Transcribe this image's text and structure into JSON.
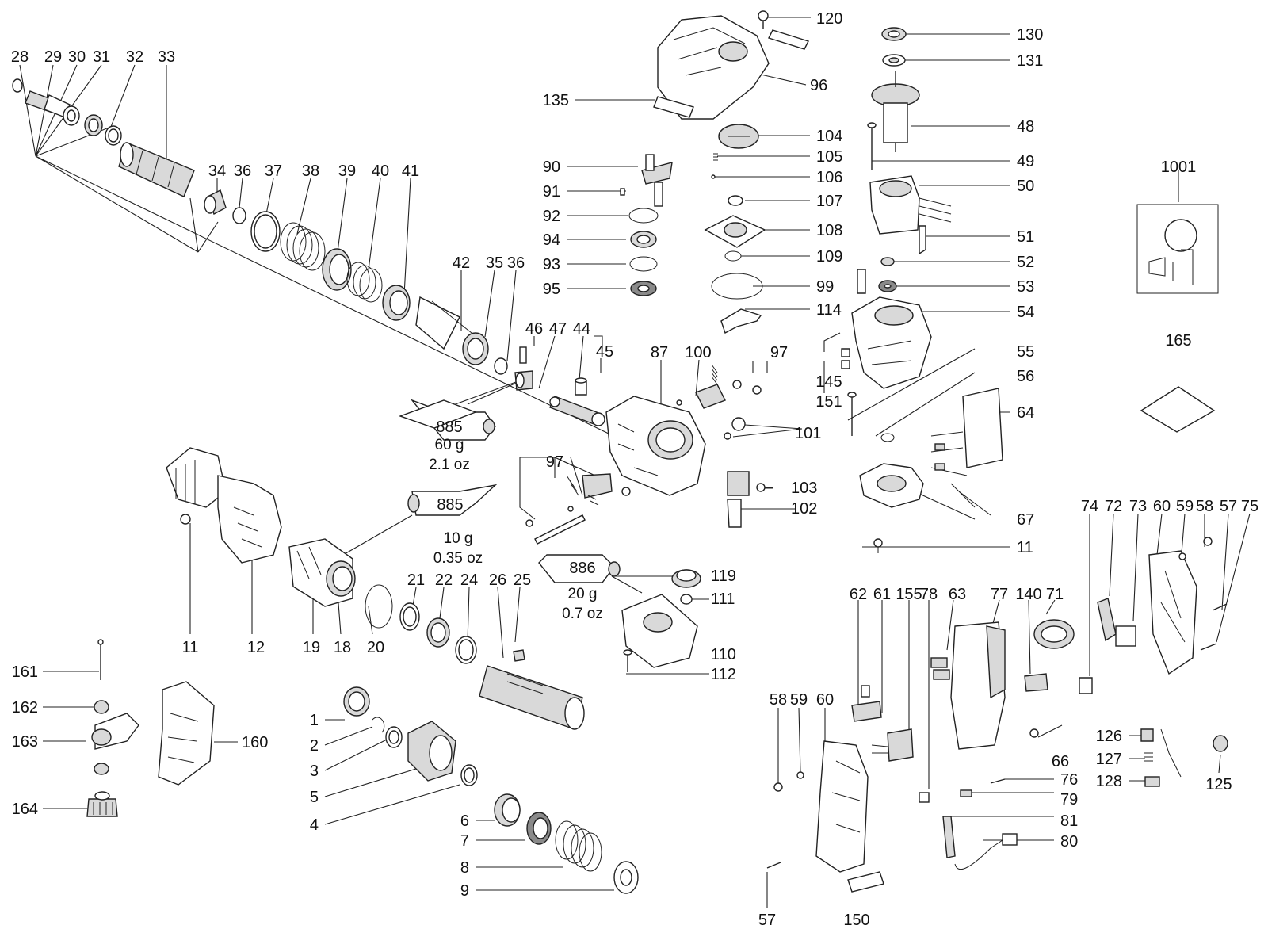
{
  "diagram": {
    "callouts": [
      "28",
      "29",
      "30",
      "31",
      "32",
      "33",
      "34",
      "36",
      "37",
      "38",
      "39",
      "40",
      "41",
      "42",
      "35",
      "36",
      "46",
      "47",
      "44",
      "45",
      "87",
      "100",
      "97",
      "101",
      "103",
      "102",
      "119",
      "111",
      "110",
      "112",
      "11",
      "12",
      "19",
      "18",
      "20",
      "21",
      "22",
      "24",
      "26",
      "25",
      "161",
      "162",
      "163",
      "164",
      "160",
      "1",
      "2",
      "3",
      "5",
      "4",
      "6",
      "7",
      "8",
      "9",
      "120",
      "96",
      "135",
      "104",
      "105",
      "106",
      "107",
      "108",
      "109",
      "99",
      "114",
      "90",
      "91",
      "92",
      "94",
      "93",
      "95",
      "130",
      "131",
      "48",
      "49",
      "50",
      "51",
      "52",
      "53",
      "54",
      "55",
      "56",
      "64",
      "67",
      "11",
      "145",
      "151",
      "1001",
      "165",
      "62",
      "61",
      "155",
      "78",
      "63",
      "77",
      "140",
      "71",
      "74",
      "72",
      "73",
      "60",
      "59",
      "58",
      "57",
      "75",
      "58",
      "59",
      "60",
      "57",
      "150",
      "66",
      "76",
      "79",
      "81",
      "80",
      "126",
      "127",
      "128",
      "125",
      "97"
    ],
    "tubes": [
      {
        "code": "885",
        "line1": "60 g",
        "line2": "2.1 oz"
      },
      {
        "code": "885",
        "line1": "10 g",
        "line2": "0.35 oz"
      },
      {
        "code": "886",
        "line1": "20 g",
        "line2": "0.7 oz"
      }
    ]
  }
}
